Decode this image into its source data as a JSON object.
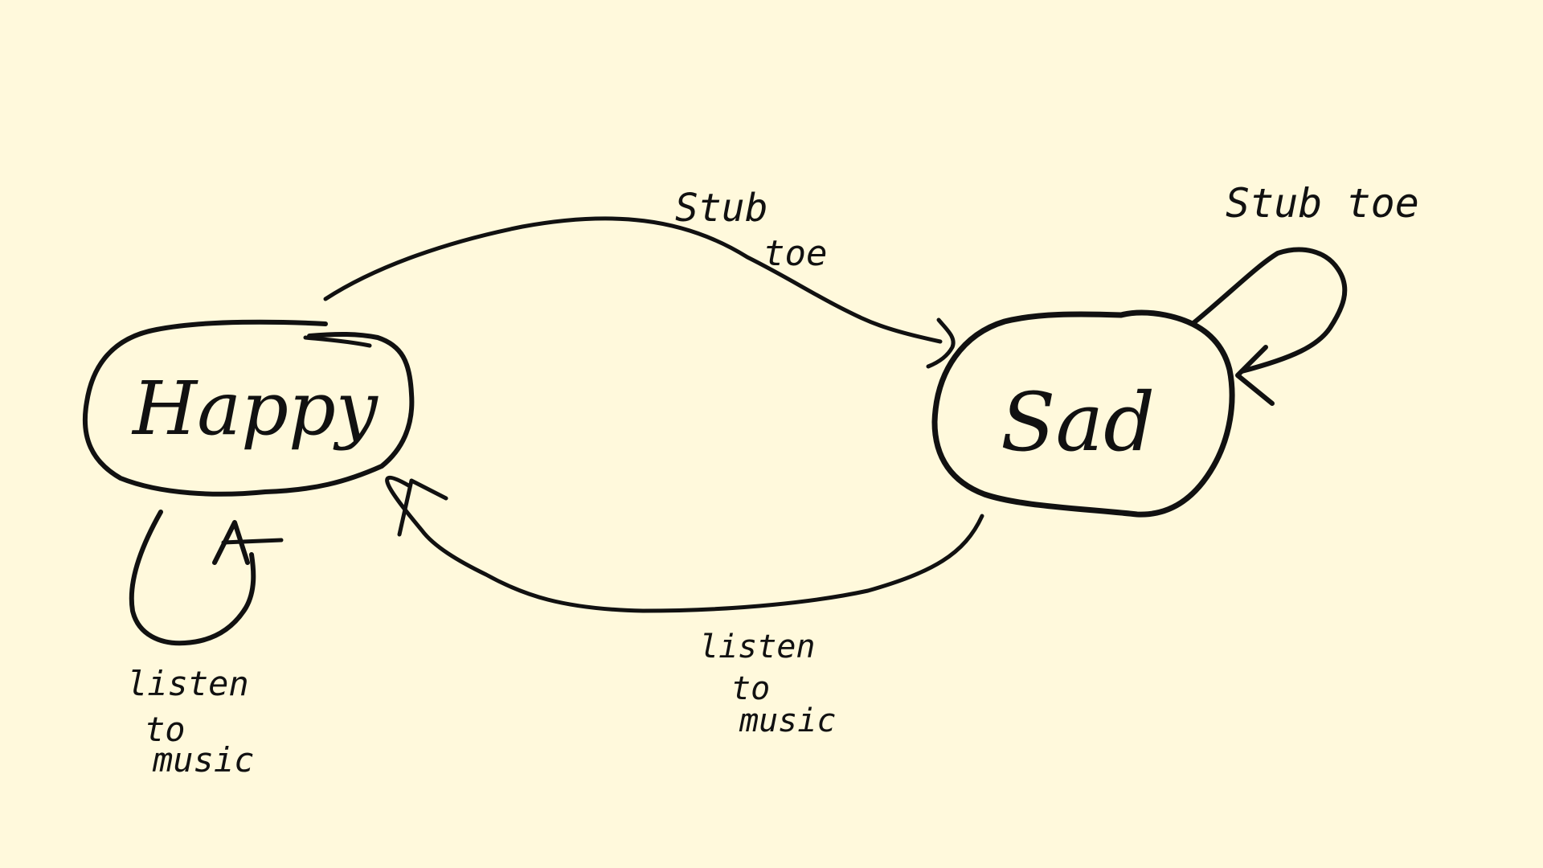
{
  "diagram": {
    "background_color": "#fff9dc",
    "ink_color": "#111111",
    "nodes": {
      "happy": {
        "label": "Happy"
      },
      "sad": {
        "label": "Sad"
      }
    },
    "edges": {
      "happy_to_sad": {
        "label_line1": "Stub",
        "label_line2": "toe"
      },
      "sad_self_loop": {
        "label_line1": "Stub toe"
      },
      "sad_to_happy": {
        "label_line1": "listen",
        "label_line2": "to",
        "label_line3": "music"
      },
      "happy_self_loop": {
        "label_line1": "listen",
        "label_line2": "to",
        "label_line3": "music"
      }
    }
  }
}
